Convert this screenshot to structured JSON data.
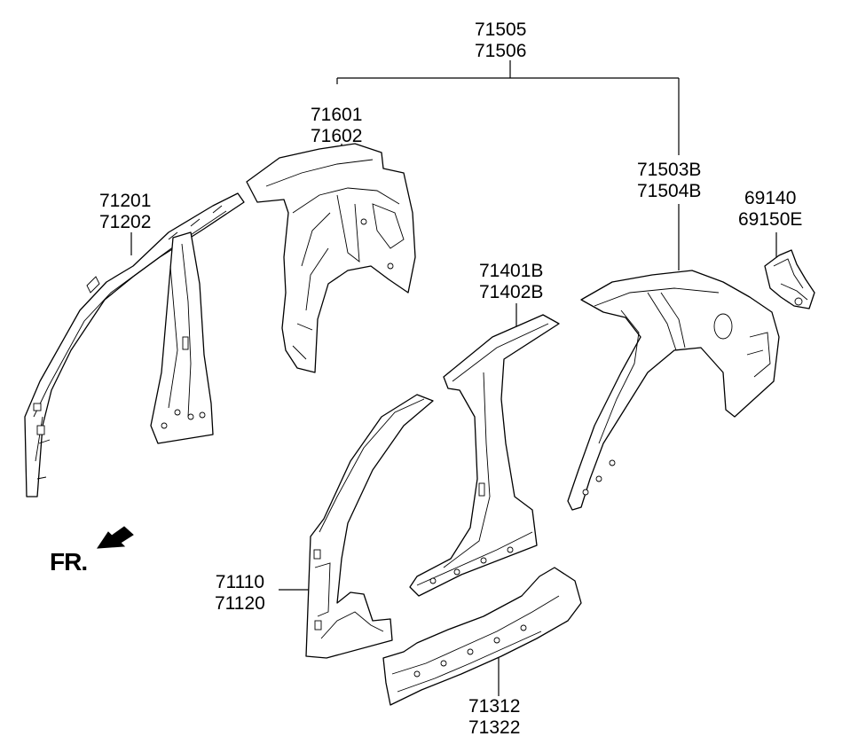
{
  "diagram": {
    "parts": [
      {
        "id": "top",
        "codes": [
          "71505",
          "71506"
        ]
      },
      {
        "id": "rear-inner",
        "codes": [
          "71601",
          "71602"
        ]
      },
      {
        "id": "quarter",
        "codes": [
          "71503B",
          "71504B"
        ]
      },
      {
        "id": "bracket",
        "codes": [
          "69140",
          "69150E"
        ]
      },
      {
        "id": "roof-rail",
        "codes": [
          "71201",
          "71202"
        ]
      },
      {
        "id": "center-pillar",
        "codes": [
          "71401B",
          "71402B"
        ]
      },
      {
        "id": "front-pillar",
        "codes": [
          "71110",
          "71120"
        ]
      },
      {
        "id": "sill",
        "codes": [
          "71312",
          "71322"
        ]
      }
    ],
    "front_indicator": "FR."
  }
}
